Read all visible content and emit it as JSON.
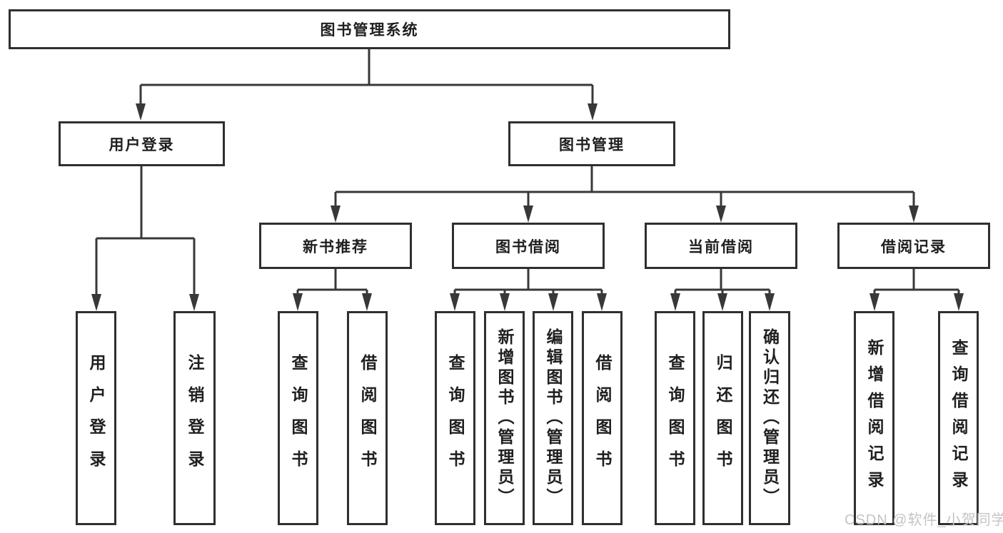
{
  "diagram": {
    "root": {
      "label": "图书管理系统"
    },
    "level2": [
      {
        "label": "用户登录"
      },
      {
        "label": "图书管理"
      }
    ],
    "level3": [
      {
        "label": "新书推荐"
      },
      {
        "label": "图书借阅"
      },
      {
        "label": "当前借阅"
      },
      {
        "label": "借阅记录"
      }
    ],
    "leaves": {
      "user_login": [
        {
          "label": "用户登录"
        },
        {
          "label": "注销登录"
        }
      ],
      "new_book": [
        {
          "label": "查询图书"
        },
        {
          "label": "借阅图书"
        }
      ],
      "book_borrow": [
        {
          "label": "查询图书"
        },
        {
          "label": "新增图书（管理员）"
        },
        {
          "label": "编辑图书（管理员）"
        },
        {
          "label": "借阅图书"
        }
      ],
      "current_borrow": [
        {
          "label": "查询图书"
        },
        {
          "label": "归还图书"
        },
        {
          "label": "确认归还（管理员）"
        }
      ],
      "borrow_records": [
        {
          "label": "新增借阅记录"
        },
        {
          "label": "查询借阅记录"
        }
      ]
    },
    "watermark": "CSDN @软件_小贺同学",
    "colors": {
      "line": "#383838",
      "box_border": "#2f2f2f",
      "box_fill": "#ffffff",
      "text": "#1f1f1f",
      "watermark_text": "#c6c3c3"
    }
  }
}
